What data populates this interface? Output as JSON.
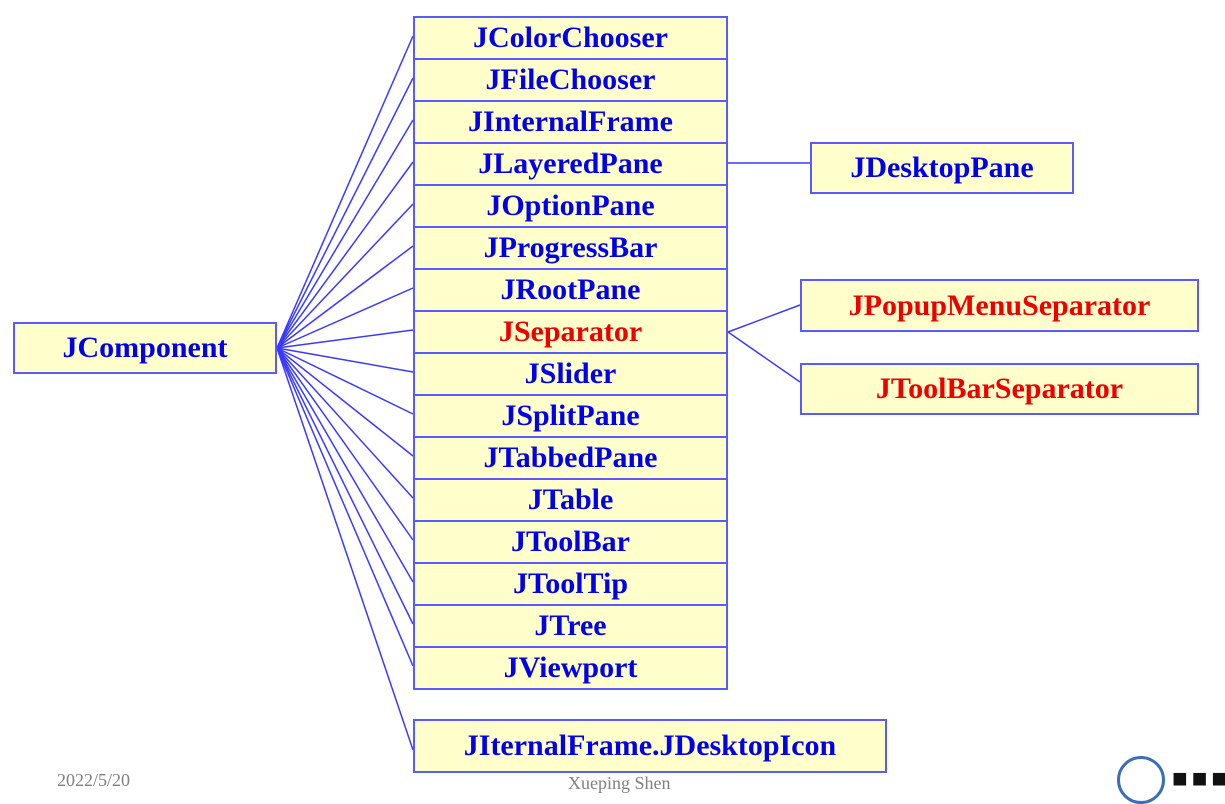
{
  "diagram": {
    "root": {
      "label": "JComponent",
      "color": "#0000ee"
    },
    "children": [
      {
        "label": "JColorChooser",
        "color": "#0000ee"
      },
      {
        "label": "JFileChooser",
        "color": "#0000ee"
      },
      {
        "label": "JInternalFrame",
        "color": "#0000ee"
      },
      {
        "label": "JLayeredPane",
        "color": "#0000ee"
      },
      {
        "label": "JOptionPane",
        "color": "#0000ee"
      },
      {
        "label": "JProgressBar",
        "color": "#0000ee"
      },
      {
        "label": "JRootPane",
        "color": "#0000ee"
      },
      {
        "label": "JSeparator",
        "color": "#ee0000"
      },
      {
        "label": "JSlider",
        "color": "#0000ee"
      },
      {
        "label": "JSplitPane",
        "color": "#0000ee"
      },
      {
        "label": "JTabbedPane",
        "color": "#0000ee"
      },
      {
        "label": "JTable",
        "color": "#0000ee"
      },
      {
        "label": "JToolBar",
        "color": "#0000ee"
      },
      {
        "label": "JToolTip",
        "color": "#0000ee"
      },
      {
        "label": "JTree",
        "color": "#0000ee"
      },
      {
        "label": "JViewport",
        "color": "#0000ee"
      }
    ],
    "extra_child": {
      "label": "JIternalFrame.JDesktopIcon",
      "color": "#0000ee"
    },
    "subclasses": {
      "JLayeredPane": [
        {
          "label": "JDesktopPane",
          "color": "#0000ee"
        }
      ],
      "JSeparator": [
        {
          "label": "JPopupMenuSeparator",
          "color": "#ee0000"
        },
        {
          "label": "JToolBarSeparator",
          "color": "#ee0000"
        }
      ]
    },
    "colors": {
      "box_fill": "#ffffcc",
      "line": "#3a3aff",
      "border": "#5a5aff"
    }
  },
  "footer": {
    "date": "2022/5/20",
    "author": "Xueping Shen",
    "logo": "university-seal-icon"
  }
}
